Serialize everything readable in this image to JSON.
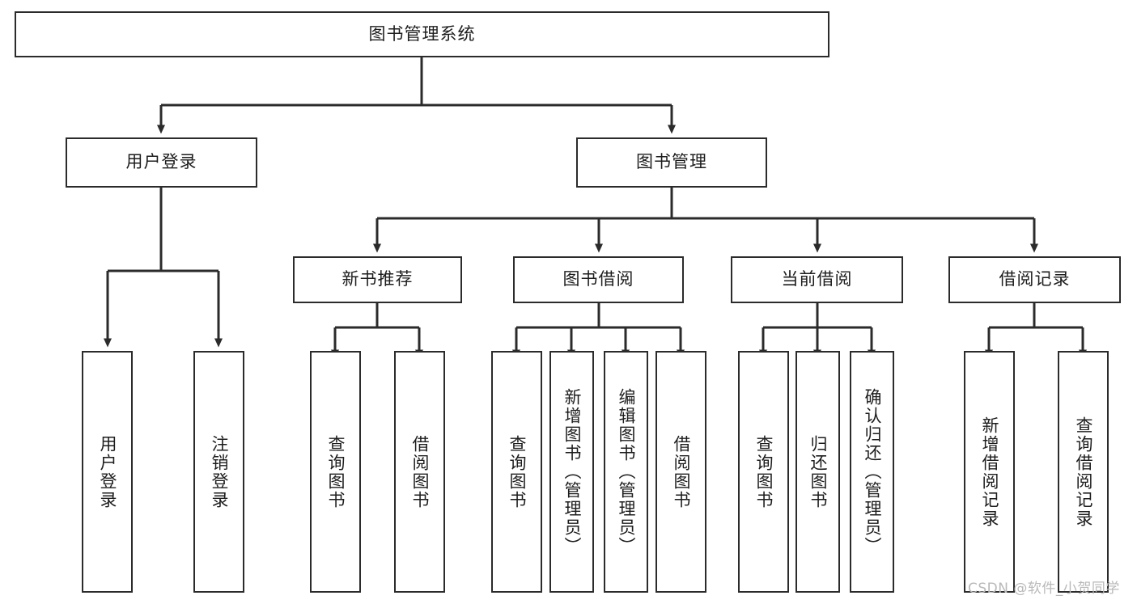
{
  "diagram": {
    "type": "tree-hierarchy-diagram",
    "title": "图书管理系统",
    "root": {
      "id": "root",
      "label": "图书管理系统"
    },
    "level2": [
      {
        "id": "user-login",
        "label": "用户登录"
      },
      {
        "id": "book-manage",
        "label": "图书管理"
      }
    ],
    "level3": [
      {
        "id": "new-book-recommend",
        "label": "新书推荐",
        "parent": "book-manage"
      },
      {
        "id": "book-borrow",
        "label": "图书借阅",
        "parent": "book-manage"
      },
      {
        "id": "current-borrow",
        "label": "当前借阅",
        "parent": "book-manage"
      },
      {
        "id": "borrow-record",
        "label": "借阅记录",
        "parent": "book-manage"
      }
    ],
    "leaves": [
      {
        "id": "leaf-user-login",
        "label": "用户登录",
        "parent": "user-login"
      },
      {
        "id": "leaf-logout",
        "label": "注销登录",
        "parent": "user-login"
      },
      {
        "id": "leaf-query-book-1",
        "label": "查询图书",
        "parent": "new-book-recommend"
      },
      {
        "id": "leaf-borrow-book-1",
        "label": "借阅图书",
        "parent": "new-book-recommend"
      },
      {
        "id": "leaf-query-book-2",
        "label": "查询图书",
        "parent": "book-borrow"
      },
      {
        "id": "leaf-add-book",
        "label": "新增图书（管理员）",
        "parent": "book-borrow"
      },
      {
        "id": "leaf-edit-book",
        "label": "编辑图书（管理员）",
        "parent": "book-borrow"
      },
      {
        "id": "leaf-borrow-book-2",
        "label": "借阅图书",
        "parent": "book-borrow"
      },
      {
        "id": "leaf-query-book-3",
        "label": "查询图书",
        "parent": "current-borrow"
      },
      {
        "id": "leaf-return-book",
        "label": "归还图书",
        "parent": "current-borrow"
      },
      {
        "id": "leaf-confirm-return",
        "label": "确认归还（管理员）",
        "parent": "current-borrow"
      },
      {
        "id": "leaf-add-record",
        "label": "新增借阅记录",
        "parent": "borrow-record"
      },
      {
        "id": "leaf-query-record",
        "label": "查询借阅记录",
        "parent": "borrow-record"
      }
    ],
    "watermark": "CSDN @软件_小贺同学",
    "colors": {
      "stroke": "#2b2b2b",
      "background": "#ffffff",
      "text": "#1d1d1d",
      "watermark": "#b9b9b9"
    }
  }
}
